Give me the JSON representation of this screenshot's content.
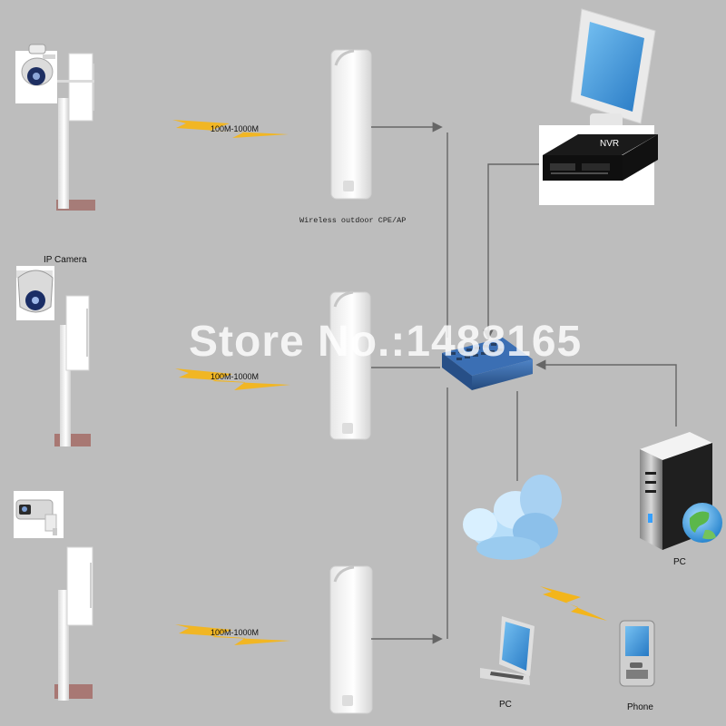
{
  "labels": {
    "speed": "100M-1000M",
    "cpe": "Wireless outdoor CPE/AP",
    "ip_camera": "IP Camera",
    "nvr": "NVR",
    "pc_right": "PC",
    "pc_laptop": "PC",
    "phone": "Phone"
  },
  "watermark": "Store No.:1488165",
  "colors": {
    "background": "#bdbdbd",
    "line": "#666666",
    "lightning": "#f3b51b",
    "switch": "#2f5f9f",
    "nvr_body": "#181818",
    "monitor_screen": "#4fa8e8",
    "cloud": "#a9d4f7",
    "cpe": "#f4f4f4",
    "pole": "#f1f1f1"
  },
  "icons": [
    "ptz-camera-icon",
    "dome-camera-icon",
    "bullet-camera-icon",
    "outdoor-cpe-icon",
    "network-switch-icon",
    "monitor-icon",
    "nvr-icon",
    "cloud-icon",
    "server-icon",
    "globe-icon",
    "laptop-icon",
    "phone-icon",
    "lightning-icon"
  ]
}
